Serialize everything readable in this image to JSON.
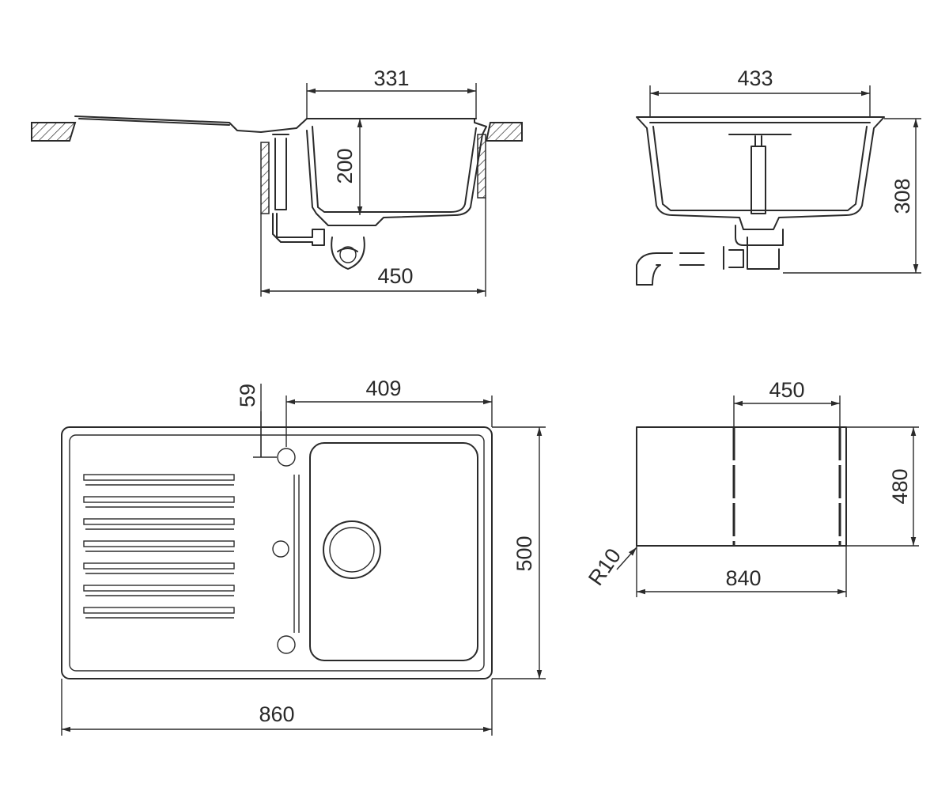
{
  "dimensions": {
    "side_bowl_width": "331",
    "side_bowl_depth": "200",
    "side_cabinet_width": "450",
    "front_bowl_width": "433",
    "front_total_depth": "308",
    "top_hole_offset": "59",
    "top_bowl_length": "409",
    "top_overall_width": "500",
    "top_overall_length": "860",
    "cutout_cabinet_width": "450",
    "cutout_depth": "480",
    "cutout_length": "840",
    "cutout_corner_radius": "R10"
  }
}
